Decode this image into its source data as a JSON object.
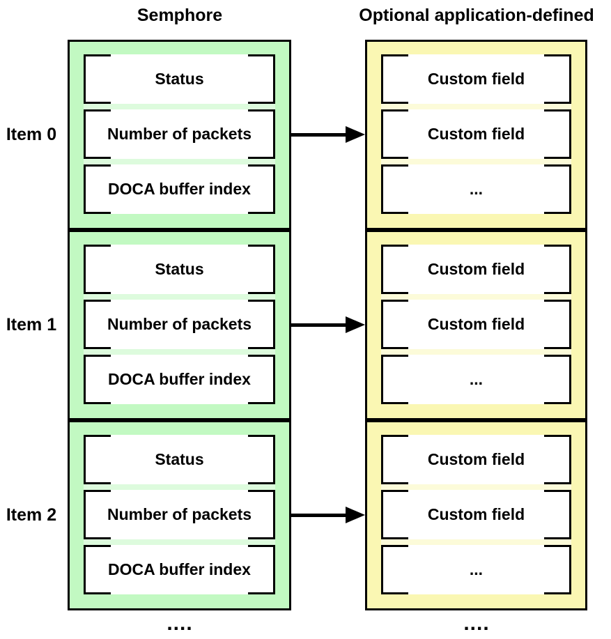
{
  "diagram": {
    "left_column": {
      "title": "Semphore",
      "fill_color": "#c2f9c2",
      "gap_color": "#ddfbdd",
      "fields": [
        "Status",
        "Number of packets",
        "DOCA buffer index"
      ],
      "footer_ellipsis": "...."
    },
    "right_column": {
      "title": "Optional application-defined",
      "fill_color": "#faf7b3",
      "gap_color": "#fcfbd9",
      "fields": [
        "Custom field",
        "Custom field",
        "..."
      ],
      "footer_ellipsis": "...."
    },
    "items": [
      {
        "label": "Item 0"
      },
      {
        "label": "Item 1"
      },
      {
        "label": "Item 2"
      }
    ],
    "border_color": "#000000",
    "arrow_color": "#000000"
  }
}
